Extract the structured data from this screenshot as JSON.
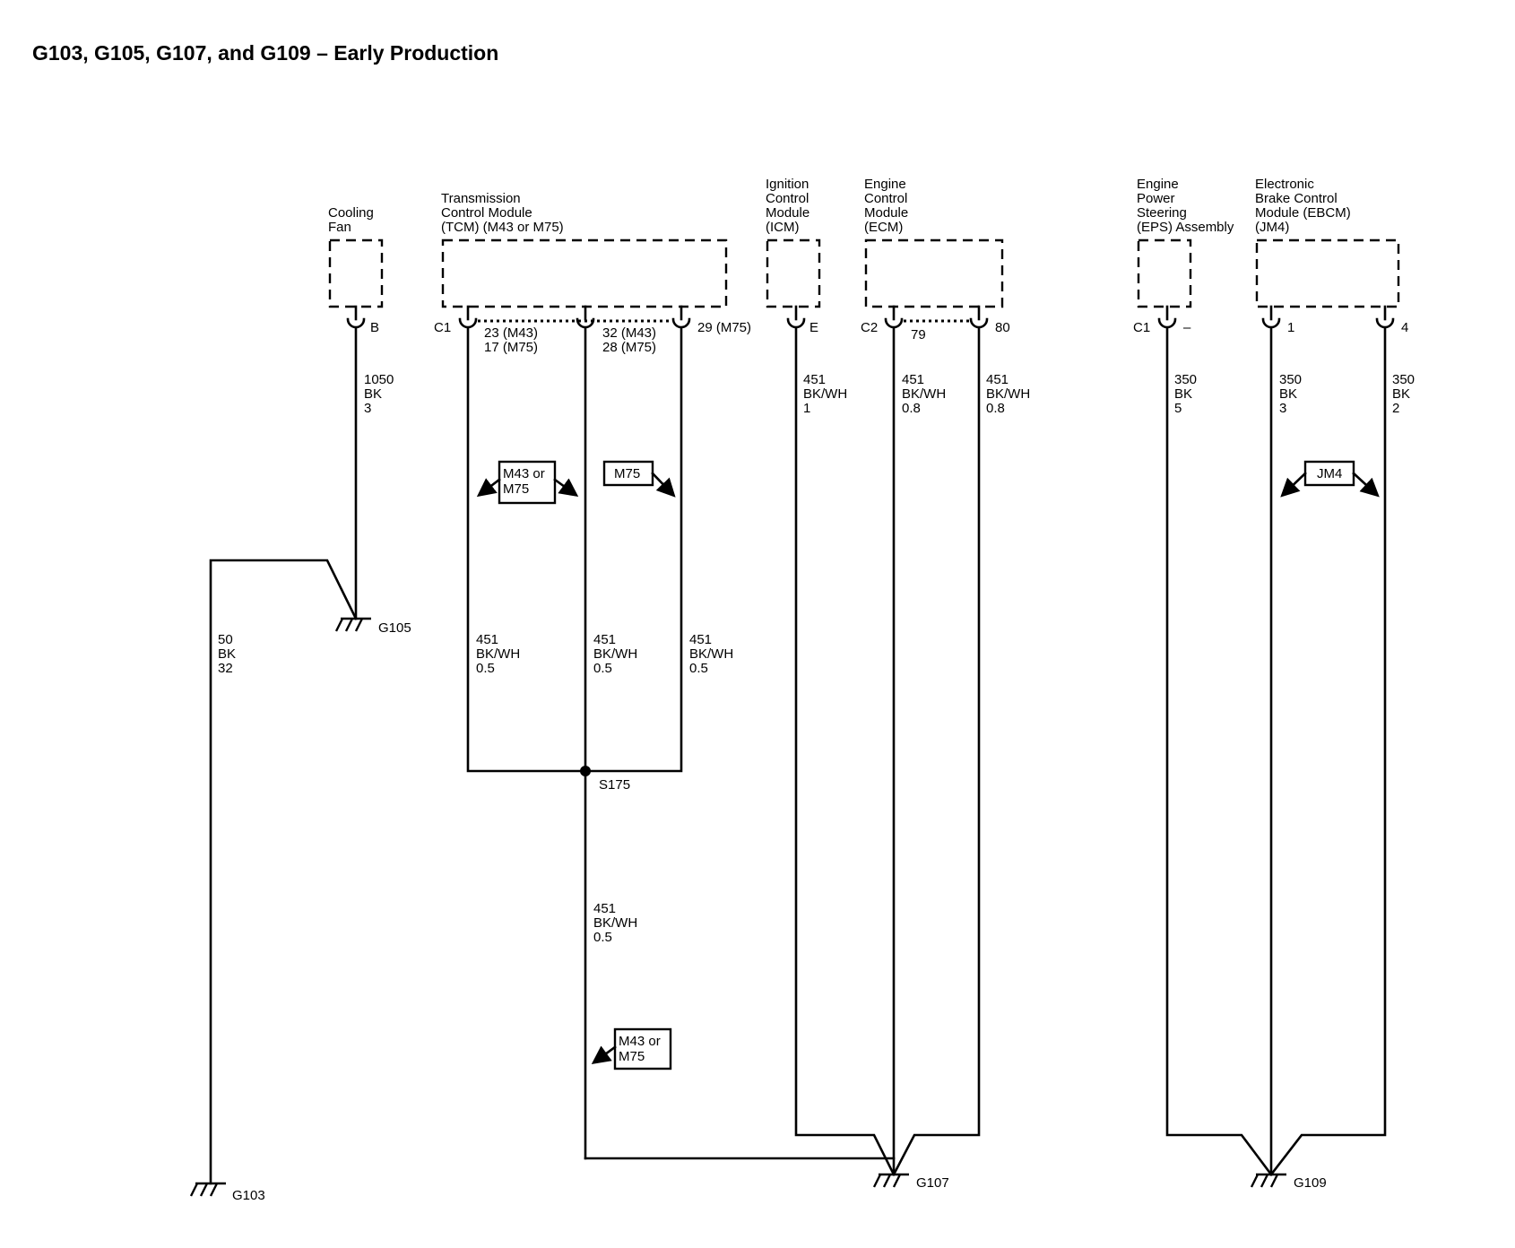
{
  "title": "G103, G105, G107, and G109 – Early Production",
  "components": {
    "cooling_fan": [
      "Cooling",
      "Fan"
    ],
    "tcm": [
      "Transmission",
      "Control Module",
      "(TCM) (M43 or M75)"
    ],
    "icm": [
      "Ignition",
      "Control",
      "Module",
      "(ICM)"
    ],
    "ecm": [
      "Engine",
      "Control",
      "Module",
      "(ECM)"
    ],
    "eps": [
      "Engine",
      "Power",
      "Steering",
      "(EPS) Assembly"
    ],
    "ebcm": [
      "Electronic",
      "Brake Control",
      "Module (EBCM)",
      "(JM4)"
    ]
  },
  "connectors": {
    "fan_pin": "B",
    "tcm_conn": "C1",
    "tcm_pin1": [
      "23 (M43)",
      "17 (M75)"
    ],
    "tcm_pin2": [
      "32 (M43)",
      "28 (M75)"
    ],
    "tcm_pin3": "29 (M75)",
    "icm_pin": "E",
    "ecm_conn": "C2",
    "ecm_pin1": "79",
    "ecm_pin2": "80",
    "eps_conn": "C1",
    "eps_pin": "–",
    "ebcm_pin1": "1",
    "ebcm_pin2": "4"
  },
  "wires": {
    "fan": [
      "1050",
      "BK",
      "3"
    ],
    "g103": [
      "50",
      "BK",
      "32"
    ],
    "tcm1": [
      "451",
      "BK/WH",
      "0.5"
    ],
    "tcm2": [
      "451",
      "BK/WH",
      "0.5"
    ],
    "tcm3": [
      "451",
      "BK/WH",
      "0.5"
    ],
    "s175_down": [
      "451",
      "BK/WH",
      "0.5"
    ],
    "icm": [
      "451",
      "BK/WH",
      "1"
    ],
    "ecm1": [
      "451",
      "BK/WH",
      "0.8"
    ],
    "ecm2": [
      "451",
      "BK/WH",
      "0.8"
    ],
    "eps": [
      "350",
      "BK",
      "5"
    ],
    "ebcm1": [
      "350",
      "BK",
      "3"
    ],
    "ebcm2": [
      "350",
      "BK",
      "2"
    ]
  },
  "options": {
    "tcm_left": [
      "M43 or",
      "M75"
    ],
    "tcm_right": "M75",
    "lower": [
      "M43 or",
      "M75"
    ],
    "ebcm": "JM4"
  },
  "splice": "S175",
  "grounds": {
    "g105": "G105",
    "g103": "G103",
    "g107": "G107",
    "g109": "G109"
  }
}
